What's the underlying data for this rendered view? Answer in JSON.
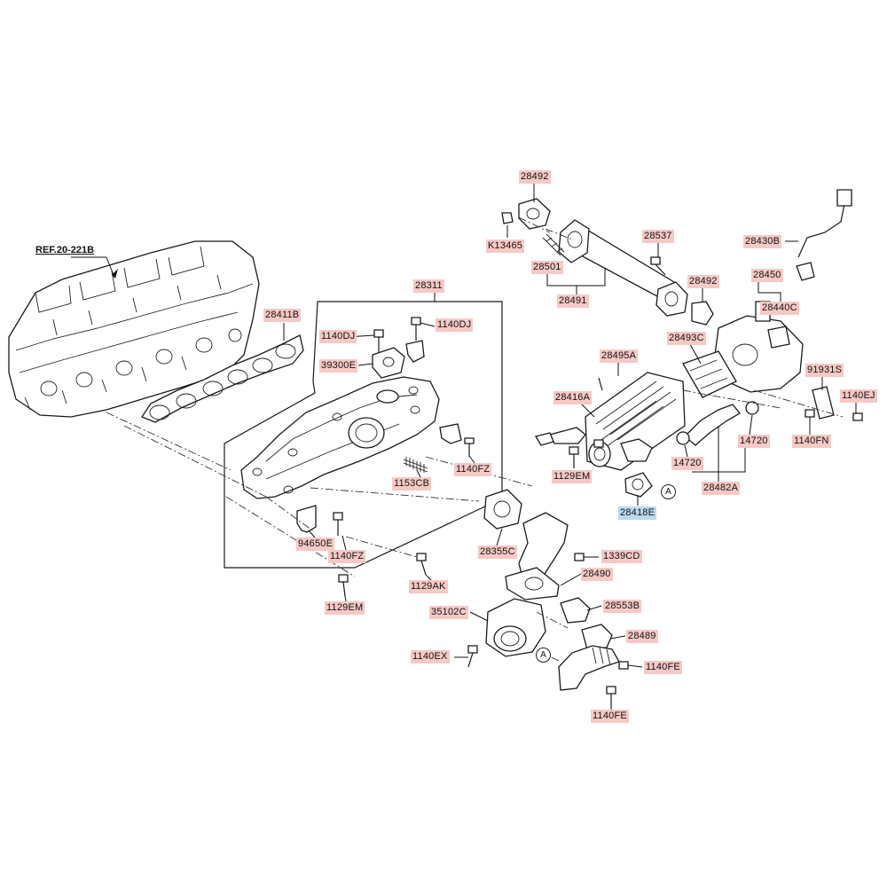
{
  "reference": "REF.20-221B",
  "callouts": {
    "a1": "A",
    "a2": "A"
  },
  "labels": {
    "p28492a": "28492",
    "pK13465": "K13465",
    "p28501": "28501",
    "p28491": "28491",
    "p28537": "28537",
    "p28492b": "28492",
    "p28430B": "28430B",
    "p28450": "28450",
    "p28440C": "28440C",
    "p28493C": "28493C",
    "p28495A": "28495A",
    "p91931S": "91931S",
    "p1140EJ": "1140EJ",
    "p28416A": "28416A",
    "p1140FN": "1140FN",
    "p14720a": "14720",
    "p14720b": "14720",
    "p1129EMa": "1129EM",
    "p28482A": "28482A",
    "p28418E": "28418E",
    "p28311": "28311",
    "p28411B": "28411B",
    "p1140DJa": "1140DJ",
    "p1140DJb": "1140DJ",
    "p39300E": "39300E",
    "p1140FZa": "1140FZ",
    "p1153CB": "1153CB",
    "p28355C": "28355C",
    "p94650E": "94650E",
    "p1140FZb": "1140FZ",
    "p1339CD": "1339CD",
    "p28490": "28490",
    "p1129AK": "1129AK",
    "p1129EMb": "1129EM",
    "p28553B": "28553B",
    "p35102C": "35102C",
    "p28489": "28489",
    "p1140EX": "1140EX",
    "p1140FEa": "1140FE",
    "p1140FEb": "1140FE"
  },
  "colors": {
    "label_bg": "#f6c9c6",
    "highlight_bg": "#bcd9f2",
    "line": "#1a1a1a"
  }
}
